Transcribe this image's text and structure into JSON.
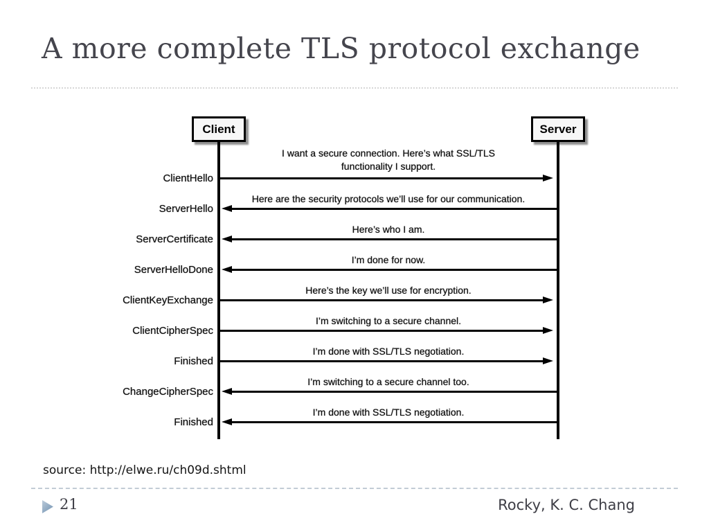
{
  "slide": {
    "title": "A more complete TLS protocol exchange",
    "source_note": "source: http://elwe.ru/ch09d.shtml",
    "footer": {
      "page_number": "21",
      "author": "Rocky, K. C. Chang",
      "bullet_icon": "triangle-right-icon"
    }
  },
  "diagram": {
    "type": "sequence-diagram",
    "actors": {
      "client": "Client",
      "server": "Server"
    },
    "rows": [
      {
        "label": "ClientHello",
        "message": "I want a secure connection. Here’s what SSL/TLS functionality I support.",
        "direction": "client-to-server"
      },
      {
        "label": "ServerHello",
        "message": "Here are the security protocols we’ll use for our communication.",
        "direction": "server-to-client"
      },
      {
        "label": "ServerCertificate",
        "message": "Here’s who I am.",
        "direction": "server-to-client"
      },
      {
        "label": "ServerHelloDone",
        "message": "I’m done for now.",
        "direction": "server-to-client"
      },
      {
        "label": "ClientKeyExchange",
        "message": "Here’s the key we’ll use for encryption.",
        "direction": "client-to-server"
      },
      {
        "label": "ClientCipherSpec",
        "message": "I’m switching to a secure channel.",
        "direction": "client-to-server"
      },
      {
        "label": "Finished",
        "message": "I’m done with SSL/TLS negotiation.",
        "direction": "client-to-server"
      },
      {
        "label": "ChangeCipherSpec",
        "message": "I’m switching to a secure channel too.",
        "direction": "server-to-client"
      },
      {
        "label": "Finished",
        "message": "I’m done with SSL/TLS negotiation.",
        "direction": "server-to-client"
      }
    ]
  },
  "colors": {
    "title_text": "#45454d",
    "footer_text": "#3e3e46",
    "bullet_accent": "#8fa9c1",
    "diagram_ink": "#0d0d0d",
    "background": "#ffffff"
  }
}
